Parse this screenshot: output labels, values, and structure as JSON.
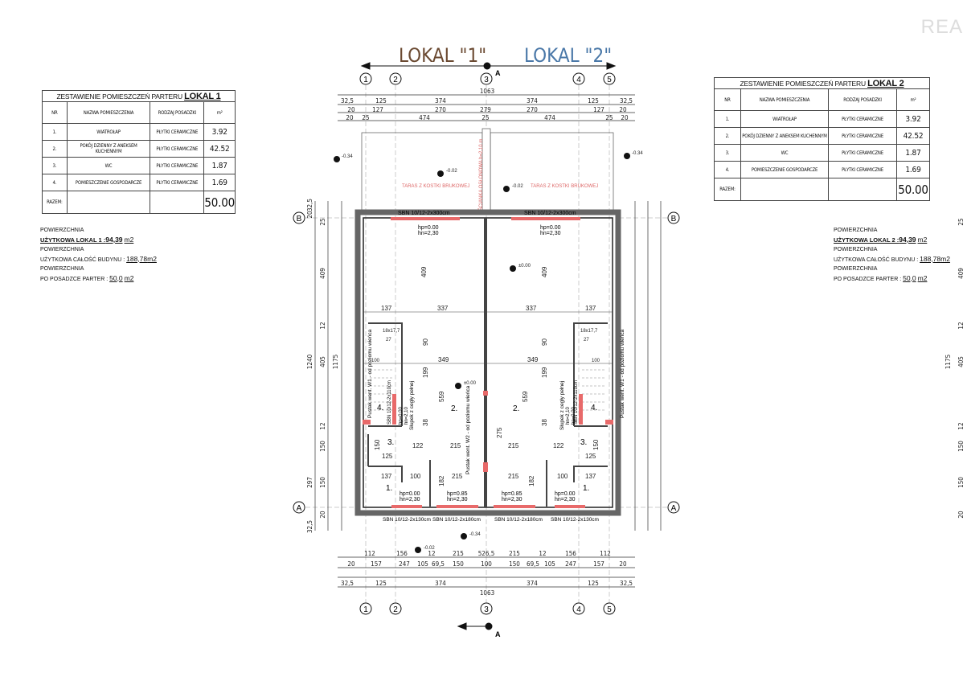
{
  "logo": "REA",
  "header": {
    "lokal1": "LOKAL \"1\"",
    "lokal2": "LOKAL \"2\"",
    "section_mark": "A"
  },
  "colors": {
    "lokal1": "#6b4a32",
    "lokal2": "#4a78a8",
    "window": "#e05a5a",
    "wall": "#555555"
  },
  "table1": {
    "title": "ZESTAWIENIE POMIESZCZEŃ PARTERU",
    "title_bold": "LOKAL 1",
    "headers": [
      "NR",
      "NAZWA POMIESZCZENIA",
      "RODZAJ POSADZKI",
      "m²"
    ],
    "rows": [
      [
        "1.",
        "WIATROŁAP",
        "PŁYTKI CERAMICZNE",
        "3.92"
      ],
      [
        "2.",
        "POKÓJ DZIENNY Z ANEKSEM KUCHENNYM",
        "PŁYTKI CERAMICZNE",
        "42.52"
      ],
      [
        "3.",
        "WC",
        "PŁYTKI CERAMICZNE",
        "1.87"
      ],
      [
        "4.",
        "POMIESZCZENIE GOSPODARCZE",
        "PŁYTKI CERAMICZNE",
        "1.69"
      ]
    ],
    "total_label": "RAZEM:",
    "total": "50.00"
  },
  "table2": {
    "title": "ZESTAWIENIE POMIESZCZEŃ PARTERU",
    "title_bold": "LOKAL 2",
    "headers": [
      "NR",
      "NAZWA POMIESZCZENIA",
      "RODZAJ POSADZKI",
      "m²"
    ],
    "rows": [
      [
        "1.",
        "WIATROŁAP",
        "PŁYTKI CERAMICZNE",
        "3.92"
      ],
      [
        "2.",
        "POKÓJ DZIENNY Z ANEKSEM KUCHENNYM",
        "PŁYTKI CERAMICZNE",
        "42.52"
      ],
      [
        "3.",
        "WC",
        "PŁYTKI CERAMICZNE",
        "1.87"
      ],
      [
        "4.",
        "POMIESZCZENIE GOSPODARCZE",
        "PŁYTKI CERAMICZNE",
        "1.69"
      ]
    ],
    "total_label": "RAZEM:",
    "total": "50.00"
  },
  "info1": {
    "l1": "POWIERZCHNIA",
    "l2": "UŻYTKOWA LOKAL 1 :",
    "v2": "94,39",
    "l3": "POWIERZCHNIA",
    "l4": "UŻYTKOWA CAŁOŚĆ BUDYNU :",
    "v4": "188,78",
    "l5": "POWIERZCHNIA",
    "l6": "PO POSADZCE PARTER :",
    "v6": "50,0",
    "unit": "m2"
  },
  "info2": {
    "l1": "POWIERZCHNIA",
    "l2": "UŻYTKOWA LOKAL 2 :",
    "v2": "94,39",
    "l3": "POWIERZCHNIA",
    "l4": "UŻYTKOWA CAŁOŚĆ BUDYNU :",
    "v4": "188,78",
    "l5": "POWIERZCHNIA",
    "l6": "PO POSADZCE PARTER :",
    "v6": "50,0",
    "unit": "m2"
  },
  "plan": {
    "axes": [
      "1",
      "2",
      "3",
      "4",
      "5"
    ],
    "rows": [
      "A",
      "B"
    ],
    "dims_top": {
      "total": "1063",
      "r1": [
        "32,5",
        "125",
        "374",
        "374",
        "125",
        "32,5"
      ],
      "r2": [
        "20",
        "127",
        "270",
        "279",
        "270",
        "127",
        "20"
      ],
      "r3": [
        "20",
        "25",
        "474",
        "25",
        "474",
        "25",
        "20"
      ]
    },
    "dims_bottom": {
      "total": "1063",
      "r1": [
        "112",
        "156",
        "12",
        "215",
        "526,5",
        "215",
        "12",
        "156",
        "112"
      ],
      "r2": [
        "20",
        "157",
        "247",
        "105",
        "69,5",
        "150",
        "100",
        "150",
        "69,5",
        "105",
        "247",
        "157",
        "20"
      ],
      "r3": [
        "32,5",
        "125",
        "374",
        "374",
        "125",
        "32,5"
      ]
    },
    "side": [
      "32,5",
      "20",
      "25",
      "409",
      "12",
      "405",
      "1240",
      "1175",
      "12",
      "150",
      "297",
      "150",
      "20",
      "32,5"
    ],
    "windows": {
      "top": "SBN 10/12-2x300cm",
      "bottom_small": "SBN 10/12-2x130cm",
      "bottom_big": "SBN 10/12-2x180cm",
      "side": "SBN 10/12-2x110cm"
    },
    "hp_hn_1": "hp=0.00",
    "hp_hn_2": "hn=2,30",
    "hp_085": "hp=0.85",
    "hp_210": "hp=0.00",
    "hn_210": "hn=2,10",
    "elevations": [
      "-0.34",
      "-0.02",
      "±0.00",
      "-0.02"
    ],
    "rooms": [
      "1.",
      "2.",
      "3.",
      "4."
    ],
    "room_dims": [
      "137",
      "337",
      "349",
      "559",
      "199",
      "90",
      "38",
      "122",
      "215",
      "125",
      "150",
      "100",
      "182",
      "275",
      "409",
      "18x17,7",
      "27",
      "100"
    ],
    "terrace": "TARAS Z KOSTKI BRUKOWEJ",
    "screen_wall": "ŚCIANKA OSŁONOWA h=2,10 m",
    "vent1": "Pustak went. W1 - od poziomu wieńca",
    "vent2": "Pustak went. W2 - od poziomu wieńca",
    "column": "Słupek z cegły pełnej"
  }
}
